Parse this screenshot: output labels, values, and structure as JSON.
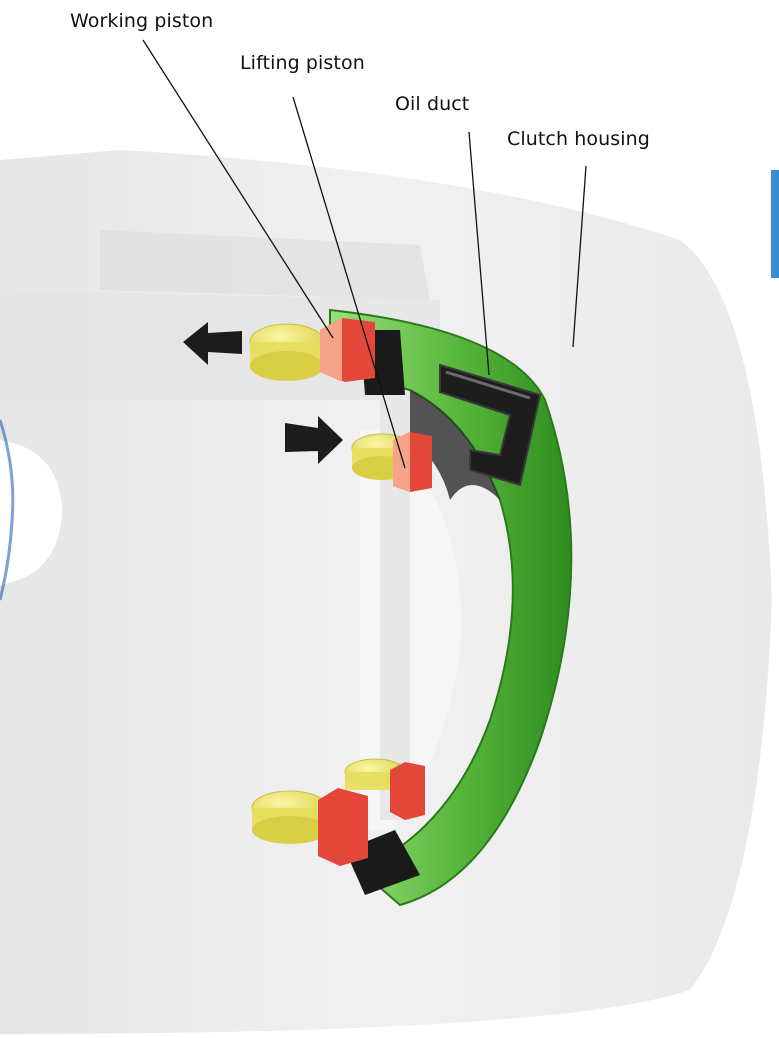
{
  "labels": {
    "working_piston": "Working piston",
    "lifting_piston": "Lifting piston",
    "oil_duct": "Oil duct",
    "clutch_housing": "Clutch housing"
  },
  "colors": {
    "housing": "#efefef",
    "housing_shadow": "#d9d9d9",
    "ring_green": "#4faa32",
    "ring_green_light": "#8ed46a",
    "piston_red": "#e04a3a",
    "piston_salmon": "#f6a488",
    "spring_yellow": "#f1ea6a",
    "duct_black": "#1d1d1d",
    "side_tab": "#3a8dd0"
  },
  "icons": [
    "left-arrow-icon",
    "right-arrow-icon"
  ]
}
